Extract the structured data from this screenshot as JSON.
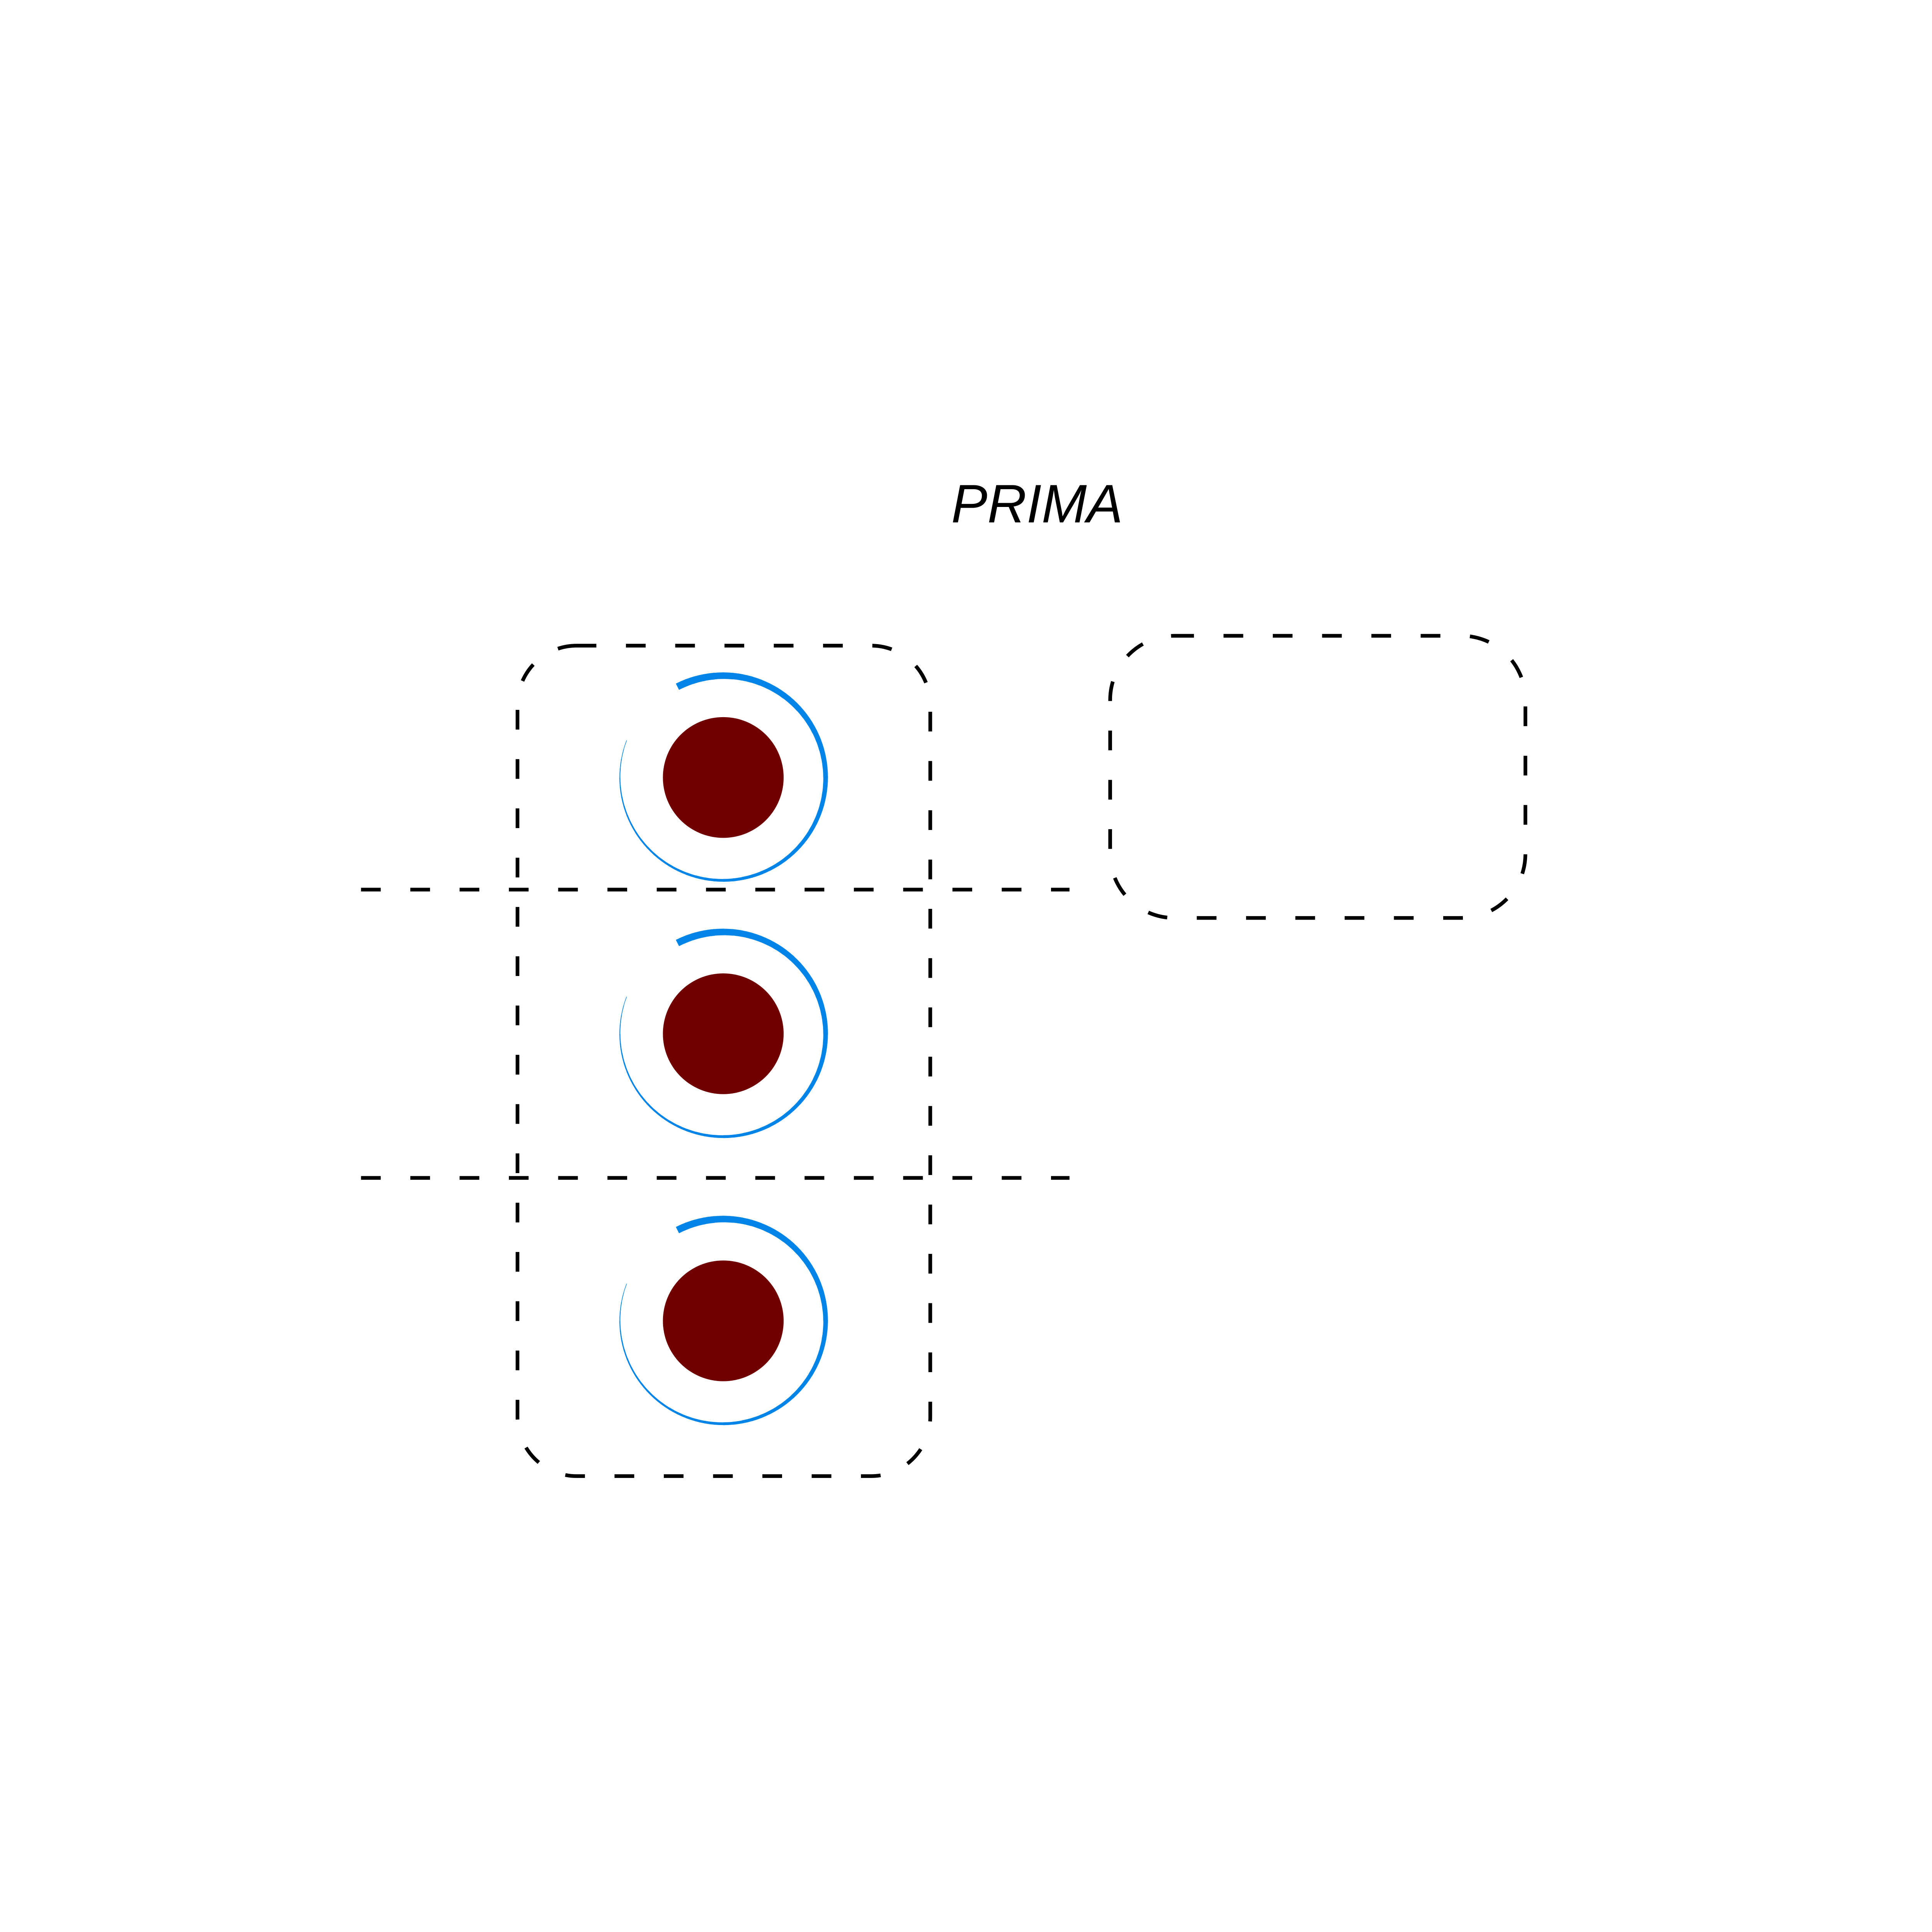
{
  "title": "PRIMA",
  "colors": {
    "background": "#ffffff",
    "dot": "#700000",
    "ring": "#0084e8",
    "outline": "#000000"
  },
  "elements": {
    "left_container": {
      "style": "dashed rounded rectangle",
      "rows": 3
    },
    "right_container": {
      "style": "dashed rounded rectangle",
      "empty": true
    },
    "row_dividers": {
      "style": "dashed line",
      "count": 2
    },
    "items": [
      {
        "icon": "dot-with-spiral-ring-icon"
      },
      {
        "icon": "dot-with-spiral-ring-icon"
      },
      {
        "icon": "dot-with-spiral-ring-icon"
      }
    ]
  }
}
